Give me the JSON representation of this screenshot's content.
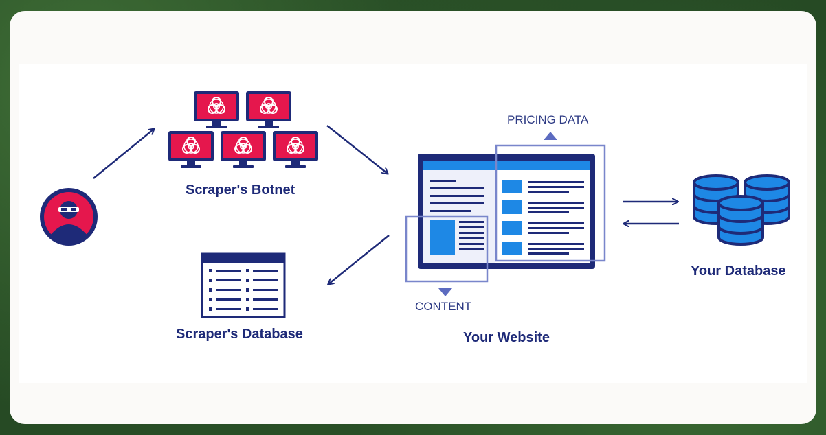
{
  "labels": {
    "botnet": "Scraper's Botnet",
    "scraper_database": "Scraper's Database",
    "pricing_data": "PRICING DATA",
    "content": "CONTENT",
    "your_website": "Your Website",
    "your_database": "Your Database"
  },
  "icons": {
    "attacker": "hacker-avatar-icon",
    "botnet_monitor": "biohazard-monitor-icon",
    "scraper_db": "table-document-icon",
    "website": "browser-window-icon",
    "database": "database-cylinder-icon"
  },
  "colors": {
    "navy": "#1e2a78",
    "accent_red": "#e5174d",
    "accent_blue": "#1e88e5",
    "highlight": "#7986cb",
    "background_green": "#2f5a2c"
  }
}
